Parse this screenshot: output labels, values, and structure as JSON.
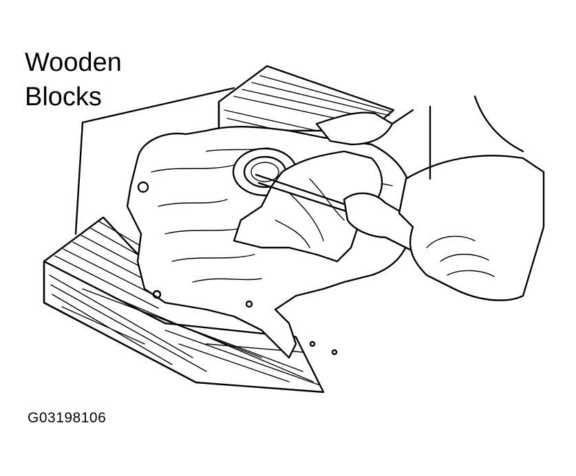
{
  "callout": {
    "line1": "Wooden",
    "line2": "Blocks"
  },
  "figure_id": "G03198106"
}
